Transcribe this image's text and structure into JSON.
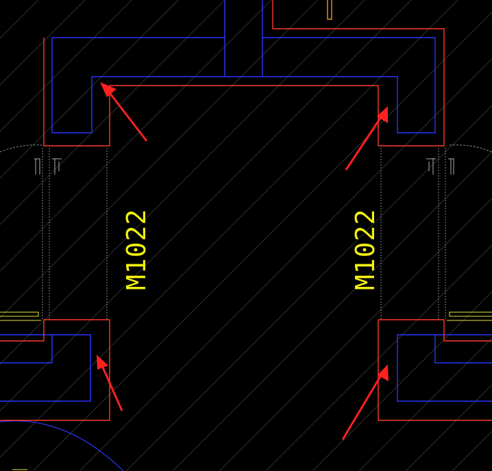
{
  "drawing": {
    "door_labels": [
      {
        "id": "left",
        "text": "M1022"
      },
      {
        "id": "right",
        "text": "M1022"
      }
    ],
    "colors": {
      "background": "#000000",
      "wall_outline": "#ff3b2f",
      "inner_outline": "#2a36ff",
      "door_text": "#f2f20f",
      "hatch": "#5a5a5a",
      "annotation_arrow": "#ff2020",
      "thin_line": "#9a9a9a",
      "yellow_detail": "#e8e83a"
    }
  }
}
